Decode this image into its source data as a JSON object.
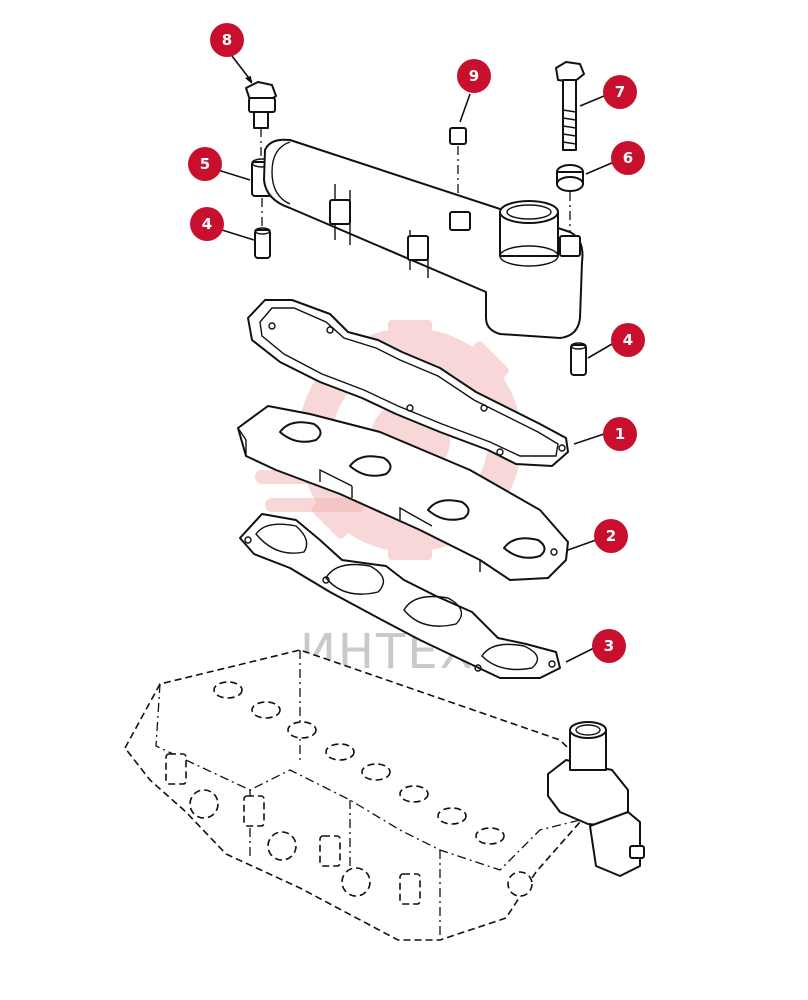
{
  "watermark": {
    "text": "ИНТЕХ"
  },
  "callouts": [
    {
      "id": "8",
      "label": "8"
    },
    {
      "id": "9",
      "label": "9"
    },
    {
      "id": "7",
      "label": "7"
    },
    {
      "id": "5",
      "label": "5"
    },
    {
      "id": "6",
      "label": "6"
    },
    {
      "id": "4a",
      "label": "4"
    },
    {
      "id": "4b",
      "label": "4"
    },
    {
      "id": "1",
      "label": "1"
    },
    {
      "id": "2",
      "label": "2"
    },
    {
      "id": "3",
      "label": "3"
    }
  ],
  "colors": {
    "callout": "#c8102e",
    "line": "#111111",
    "watermark": "#f2b7b7"
  }
}
